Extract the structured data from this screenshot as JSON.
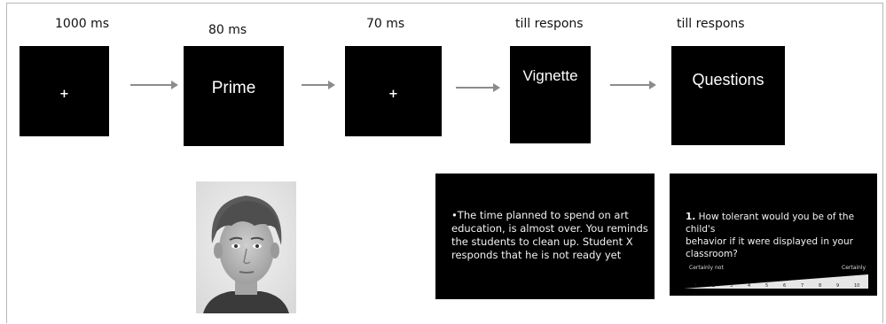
{
  "timings": [
    "1000 ms",
    "80 ms",
    "70 ms",
    "till respons",
    "till respons"
  ],
  "screens": {
    "fixation_1": "+",
    "prime": "Prime",
    "fixation_2": "+",
    "vignette": "Vignette",
    "questions": "Questions"
  },
  "vignette_example": {
    "bullet": "•",
    "lines": [
      "The time planned to spend on art",
      "education, is almost over. You reminds",
      "the students to clean up. Student X",
      "responds that he is not ready yet"
    ]
  },
  "question_example": {
    "number": "1.",
    "lines": [
      "How tolerant would you be of the child's",
      "behavior if it were displayed in your classroom?"
    ],
    "scale_low": "Certainly not",
    "scale_high": "Certainly",
    "scale_points": [
      "1",
      "2",
      "3",
      "4",
      "5",
      "6",
      "7",
      "8",
      "9",
      "10"
    ]
  },
  "colors": {
    "screen": "#000000",
    "arrow": "#8c8c8c",
    "text_on_screen": "#ffffff"
  }
}
